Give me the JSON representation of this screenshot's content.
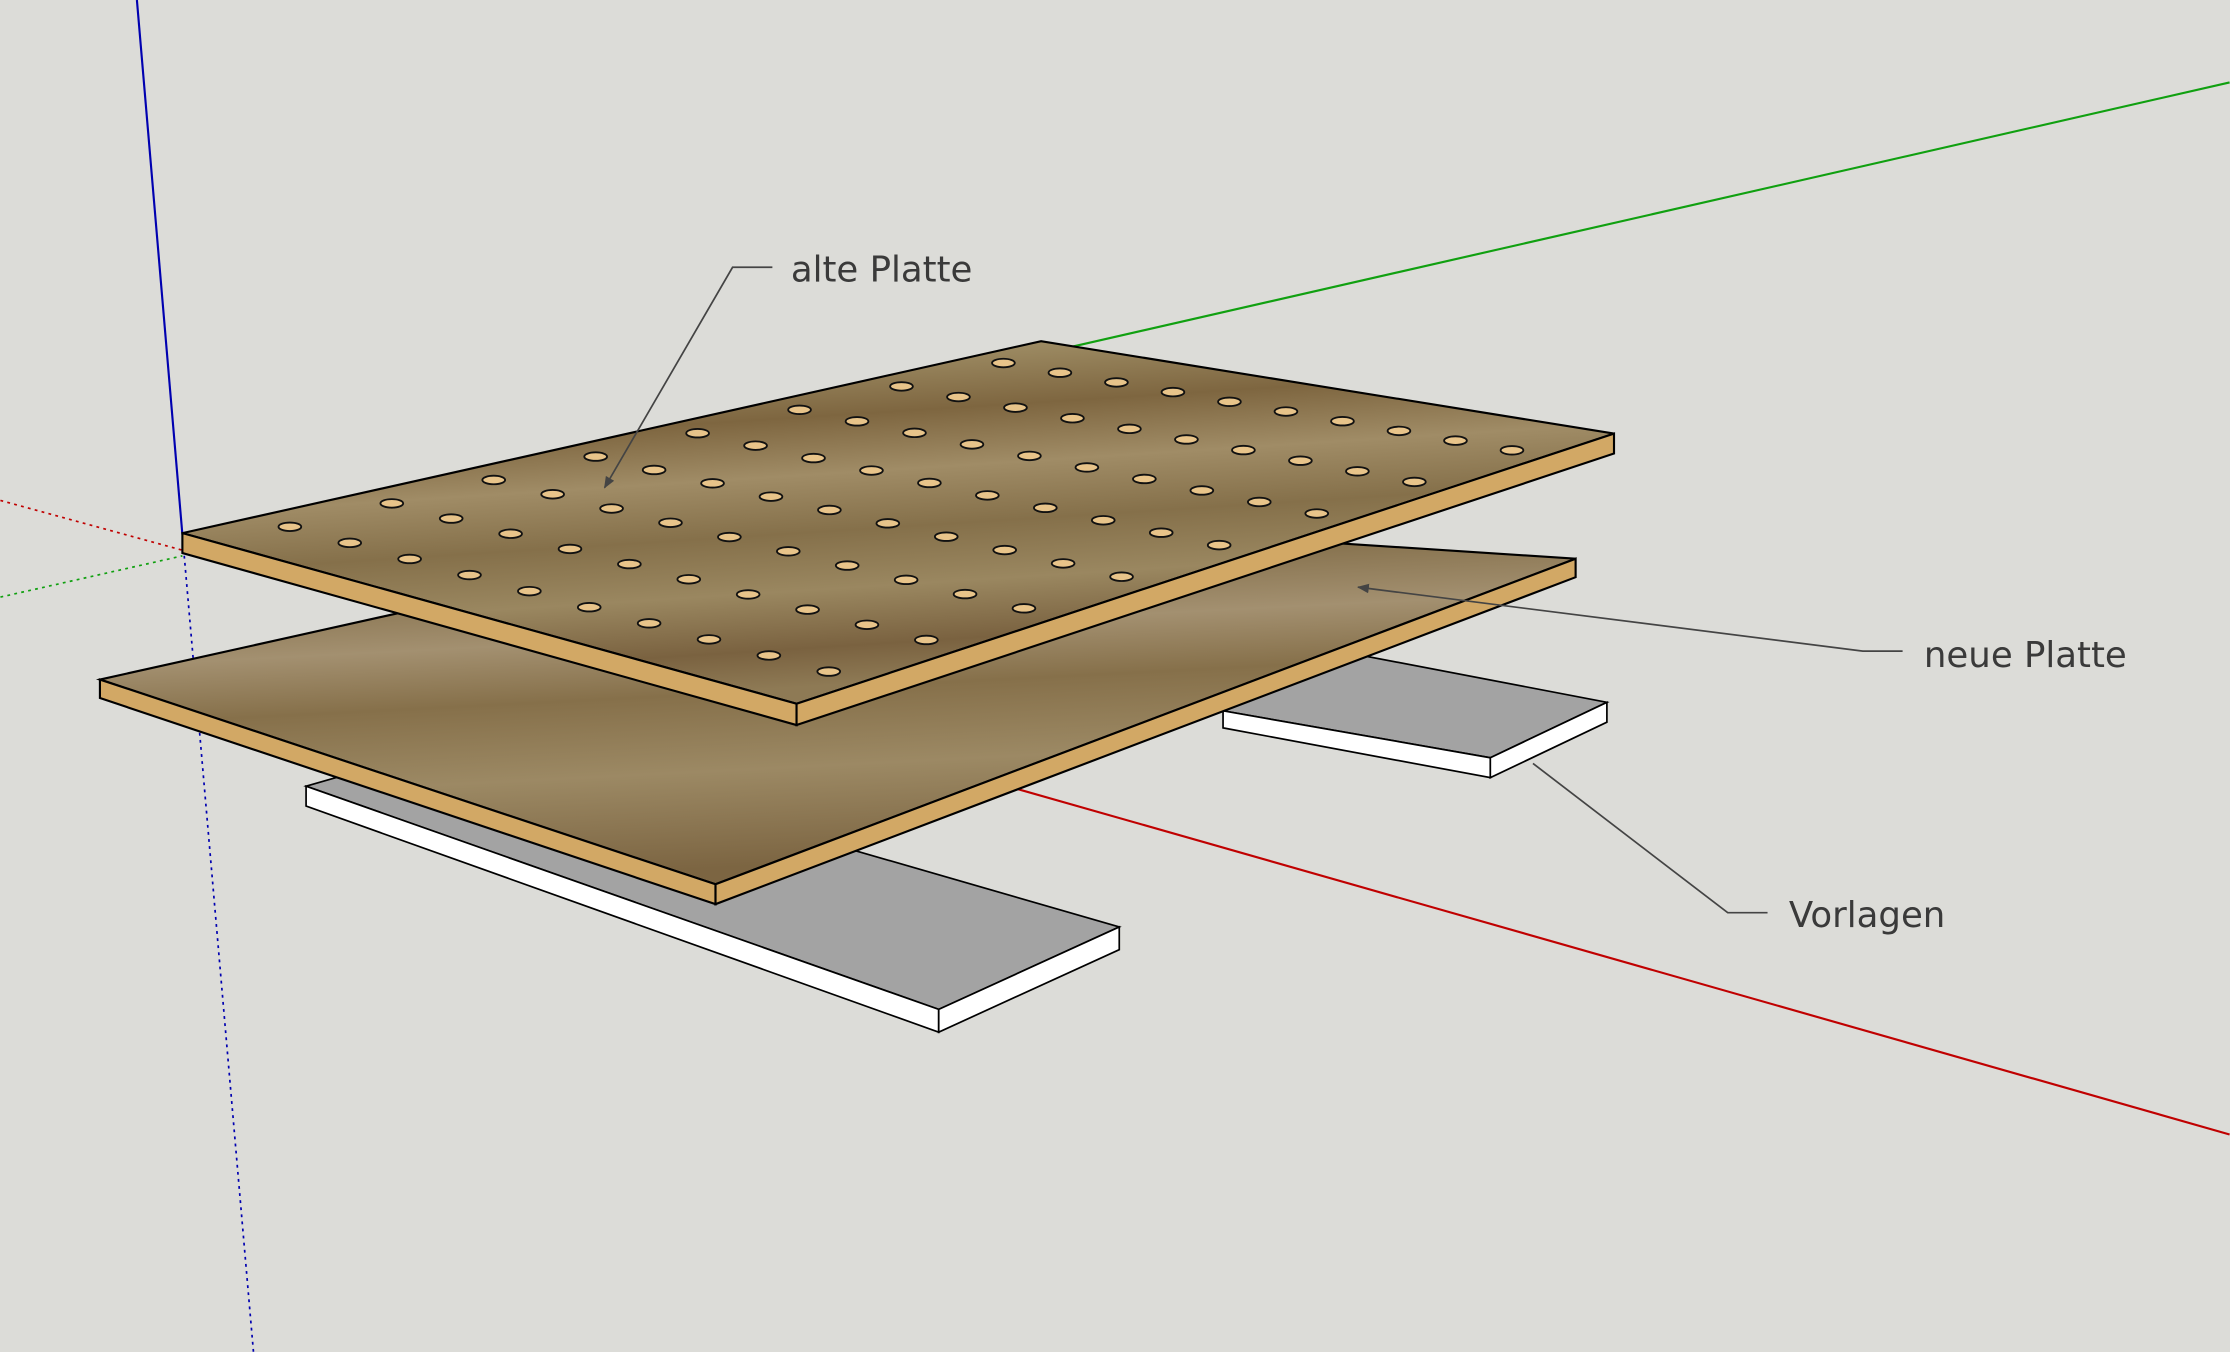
{
  "labels": {
    "old_plate": "alte Platte",
    "new_plate": "neue Platte",
    "templates": "Vorlagen"
  },
  "colors": {
    "background": "#dcdcd8",
    "axis_red": "#c00000",
    "axis_green": "#10a010",
    "axis_blue": "#0000b0",
    "wood_edge": "#d2a865",
    "template_top": "#a3a3a3",
    "template_side": "#ffffff"
  },
  "hole_grid": {
    "rows": 8,
    "cols": 10
  }
}
